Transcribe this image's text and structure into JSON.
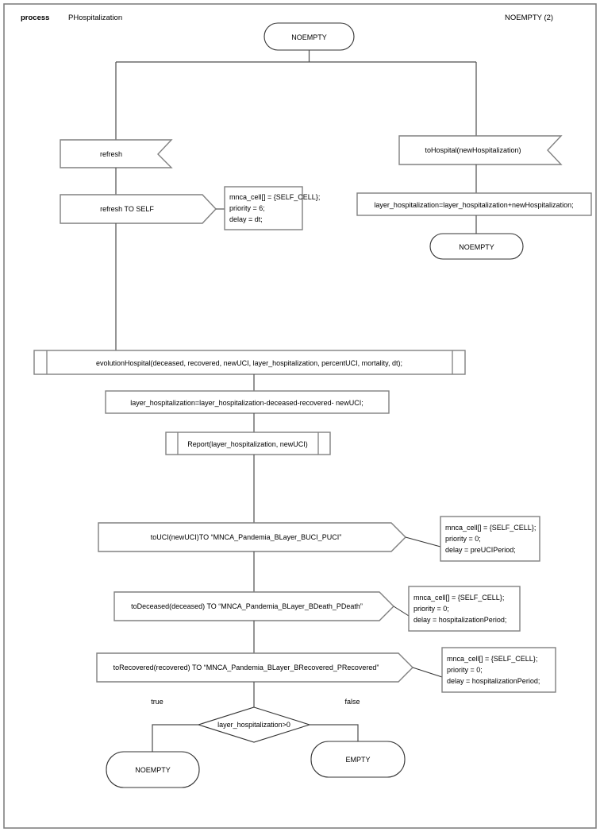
{
  "header": {
    "keyword": "process",
    "process_name": "PHospitalization",
    "corner_label": "NOEMPTY (2)"
  },
  "nodes": {
    "start_state": "NOEMPTY",
    "input_refresh": "refresh",
    "output_refresh_self": "refresh TO SELF",
    "input_to_hospital": "toHospital(newHospitalization)",
    "task_add_hospitalization": "layer_hospitalization=layer_hospitalization+newHospitalization;",
    "state_after_hospital": "NOEMPTY",
    "proc_evolution": "evolutionHospital(deceased, recovered, newUCI, layer_hospitalization, percentUCI, mortality, dt);",
    "task_subtract": "layer_hospitalization=layer_hospitalization-deceased-recovered- newUCI;",
    "proc_report": "Report(layer_hospitalization, newUCI)",
    "output_to_uci": "toUCI(newUCI)TO “MNCA_Pandemia_BLayer_BUCI_PUCI”",
    "output_to_deceased": "toDeceased(deceased) TO “MNCA_Pandemia_BLayer_BDeath_PDeath”",
    "output_to_recovered": "toRecovered(recovered) TO “MNCA_Pandemia_BLayer_BRecovered_PRecovered”",
    "decision": "layer_hospitalization>0",
    "state_true": "NOEMPTY",
    "state_false": "EMPTY"
  },
  "branch_labels": {
    "true": "true",
    "false": "false"
  },
  "notes": {
    "refresh_self": {
      "line1": "mnca_cell[] = {SELF_CELL};",
      "line2": "priority = 6;",
      "line3": "delay = dt;"
    },
    "to_uci": {
      "line1": "mnca_cell[] = {SELF_CELL};",
      "line2": "priority = 0;",
      "line3": "delay = preUCIPeriod;"
    },
    "to_deceased": {
      "line1": "mnca_cell[] = {SELF_CELL};",
      "line2": "priority = 0;",
      "line3": "delay = hospitalizationPeriod;"
    },
    "to_recovered": {
      "line1": "mnca_cell[] = {SELF_CELL};",
      "line2": "priority = 0;",
      "line3": "delay = hospitalizationPeriod;"
    }
  },
  "colors": {
    "shape_stroke": "#808080",
    "line_stroke": "#4d4d4d",
    "background": "#ffffff",
    "text": "#000000"
  }
}
